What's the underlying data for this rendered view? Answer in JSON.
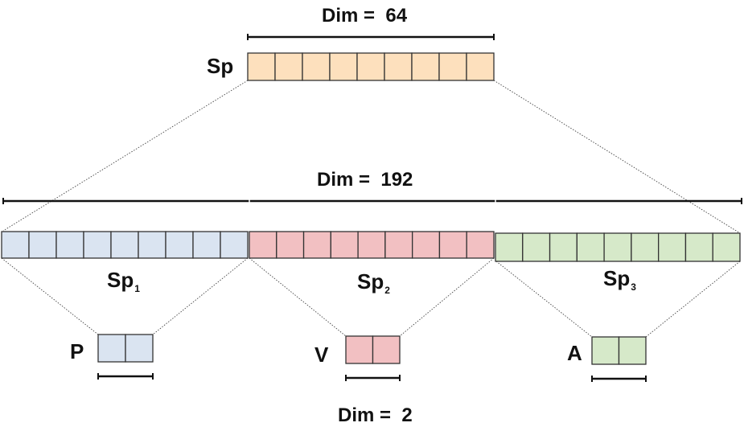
{
  "colors": {
    "sp": {
      "fill": "#fde0bd",
      "stroke": "#333333"
    },
    "sp1": {
      "fill": "#dae4f1",
      "stroke": "#333333"
    },
    "sp2": {
      "fill": "#f2c0c2",
      "stroke": "#333333"
    },
    "sp3": {
      "fill": "#d6e9c9",
      "stroke": "#333333"
    }
  },
  "top": {
    "dim_label": "Dim =  64",
    "name": "Sp",
    "cells": 9
  },
  "middle": {
    "dim_label": "Dim =  192",
    "segments": [
      {
        "name": "Sp",
        "sub": "1",
        "cells": 9
      },
      {
        "name": "Sp",
        "sub": "2",
        "cells": 9
      },
      {
        "name": "Sp",
        "sub": "3",
        "cells": 9
      }
    ]
  },
  "bottom": {
    "dim_label": "Dim =  2",
    "groups": [
      {
        "name": "P",
        "cells": 2
      },
      {
        "name": "V",
        "cells": 2
      },
      {
        "name": "A",
        "cells": 2
      }
    ]
  }
}
